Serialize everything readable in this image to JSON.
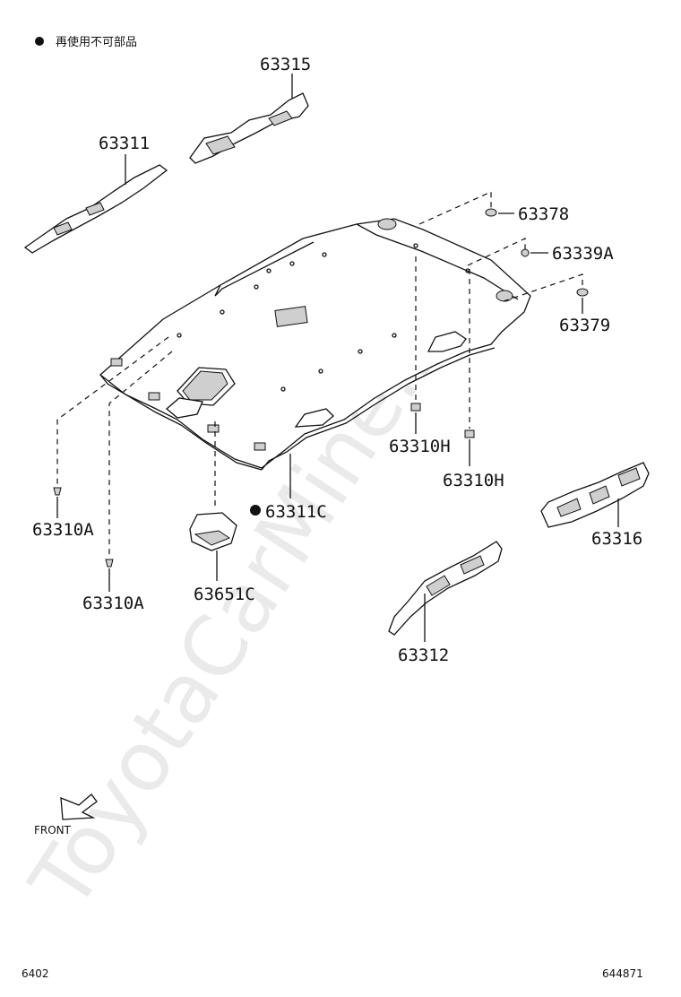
{
  "legend": {
    "marker": "●",
    "text": "再使用不可部品"
  },
  "watermark": "ToyotaCarMine.ru",
  "front_label": "FRONT",
  "footer": {
    "left": "6402",
    "right": "644871"
  },
  "parts": [
    {
      "id": "p63315",
      "label": "63315"
    },
    {
      "id": "p63311",
      "label": "63311"
    },
    {
      "id": "p63378",
      "label": "63378"
    },
    {
      "id": "p63339A",
      "label": "63339A"
    },
    {
      "id": "p63379",
      "label": "63379"
    },
    {
      "id": "p63310H_1",
      "label": "63310H"
    },
    {
      "id": "p63310H_2",
      "label": "63310H"
    },
    {
      "id": "p63311C",
      "label": "63311C",
      "non_reusable": true
    },
    {
      "id": "p63316",
      "label": "63316"
    },
    {
      "id": "p63310A_1",
      "label": "63310A"
    },
    {
      "id": "p63310A_2",
      "label": "63310A"
    },
    {
      "id": "p63651C",
      "label": "63651C"
    },
    {
      "id": "p63312",
      "label": "63312"
    }
  ]
}
